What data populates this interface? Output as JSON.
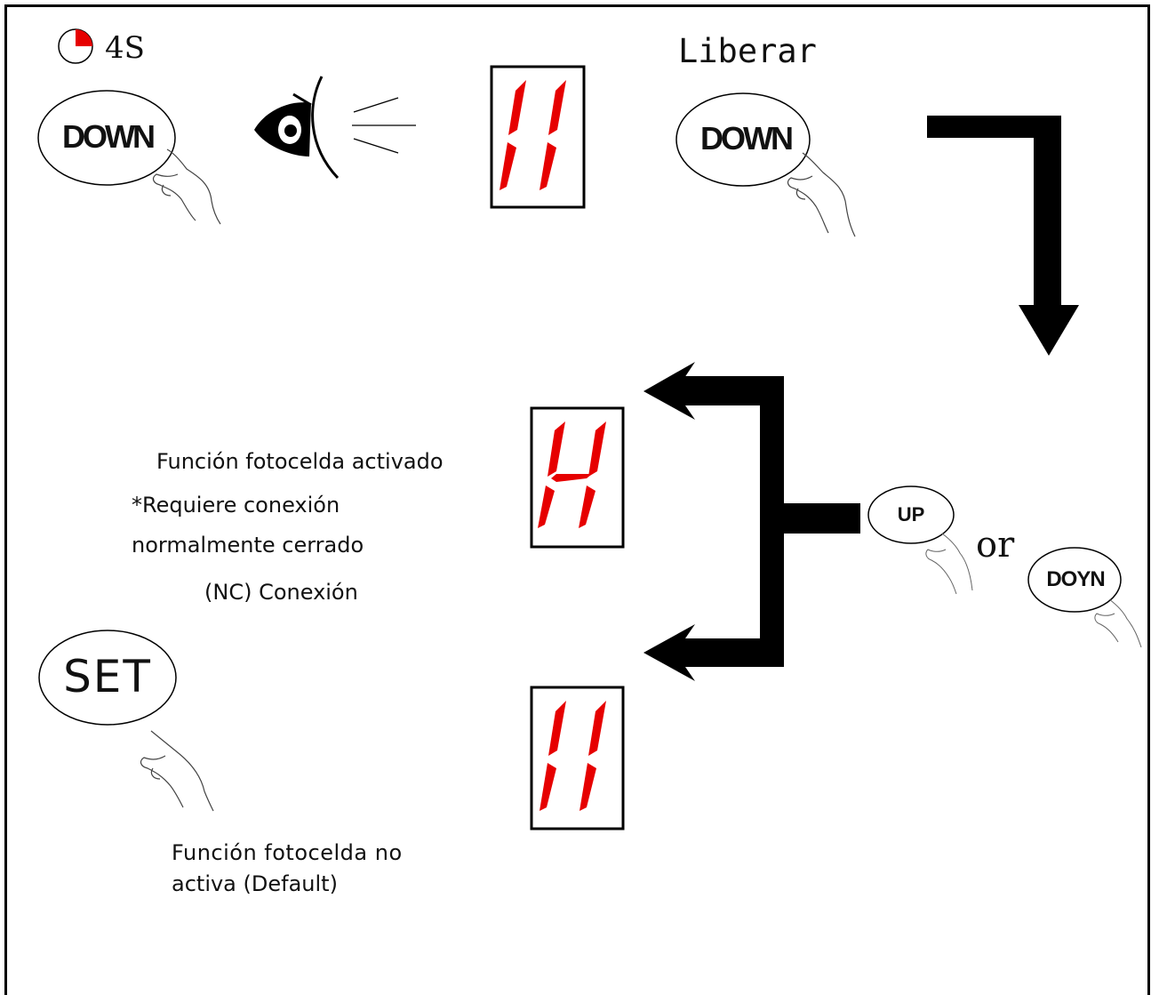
{
  "timer_label": "4S",
  "release_label": "Liberar",
  "buttons": {
    "down_1": "DOWN",
    "down_2": "DOWN",
    "up": "UP",
    "down_3": "DOYN",
    "set": "SET"
  },
  "or_label": "or",
  "notes": {
    "activated_title": "Función fotocelda activado",
    "requires_line1": "*Requiere conexión",
    "requires_line2": "normalmente cerrado",
    "requires_line3": "(NC) Conexión",
    "inactive_line1": "Función fotocelda no",
    "inactive_line2": "activa (Default)"
  },
  "colors": {
    "segment": "#e60000",
    "ink": "#000000"
  }
}
